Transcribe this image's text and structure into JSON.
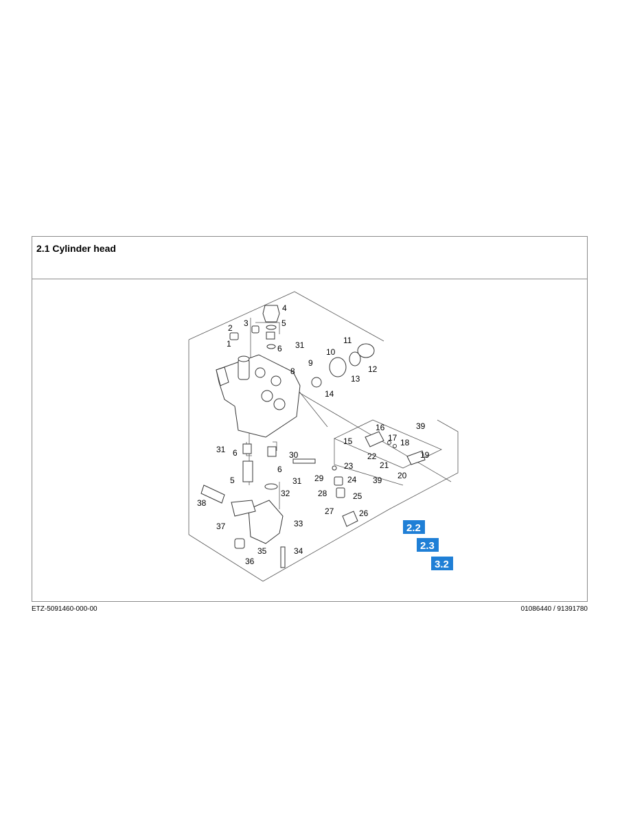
{
  "section": {
    "title": "2.1 Cylinder head"
  },
  "footer": {
    "left_code": "ETZ-5091460-000-00",
    "right_code": "01086440 / 91391780"
  },
  "callouts": [
    "1",
    "2",
    "3",
    "4",
    "5",
    "5",
    "6",
    "6",
    "6",
    "8",
    "9",
    "10",
    "11",
    "12",
    "13",
    "14",
    "15",
    "16",
    "17",
    "18",
    "19",
    "20",
    "21",
    "22",
    "23",
    "24",
    "25",
    "26",
    "27",
    "28",
    "29",
    "30",
    "31",
    "31",
    "31",
    "32",
    "33",
    "34",
    "35",
    "36",
    "37",
    "38",
    "39",
    "39"
  ],
  "references": [
    "2.2",
    "2.3",
    "3.2"
  ],
  "colors": {
    "badge": "#1f7fd6",
    "line": "#555555",
    "border": "#8a8a8a"
  }
}
